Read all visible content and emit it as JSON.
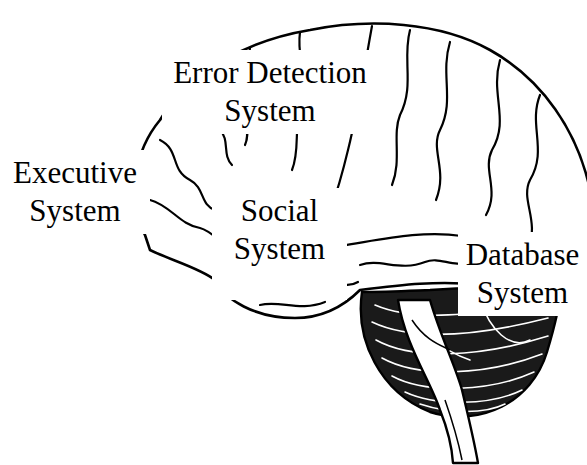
{
  "diagram": {
    "nodes": [
      {
        "text": [
          "Error Detection System"
        ]
      },
      {
        "text": [
          "Executive System"
        ]
      },
      {
        "text": [
          "Social System"
        ]
      },
      {
        "text": [
          "Database System"
        ]
      }
    ]
  }
}
